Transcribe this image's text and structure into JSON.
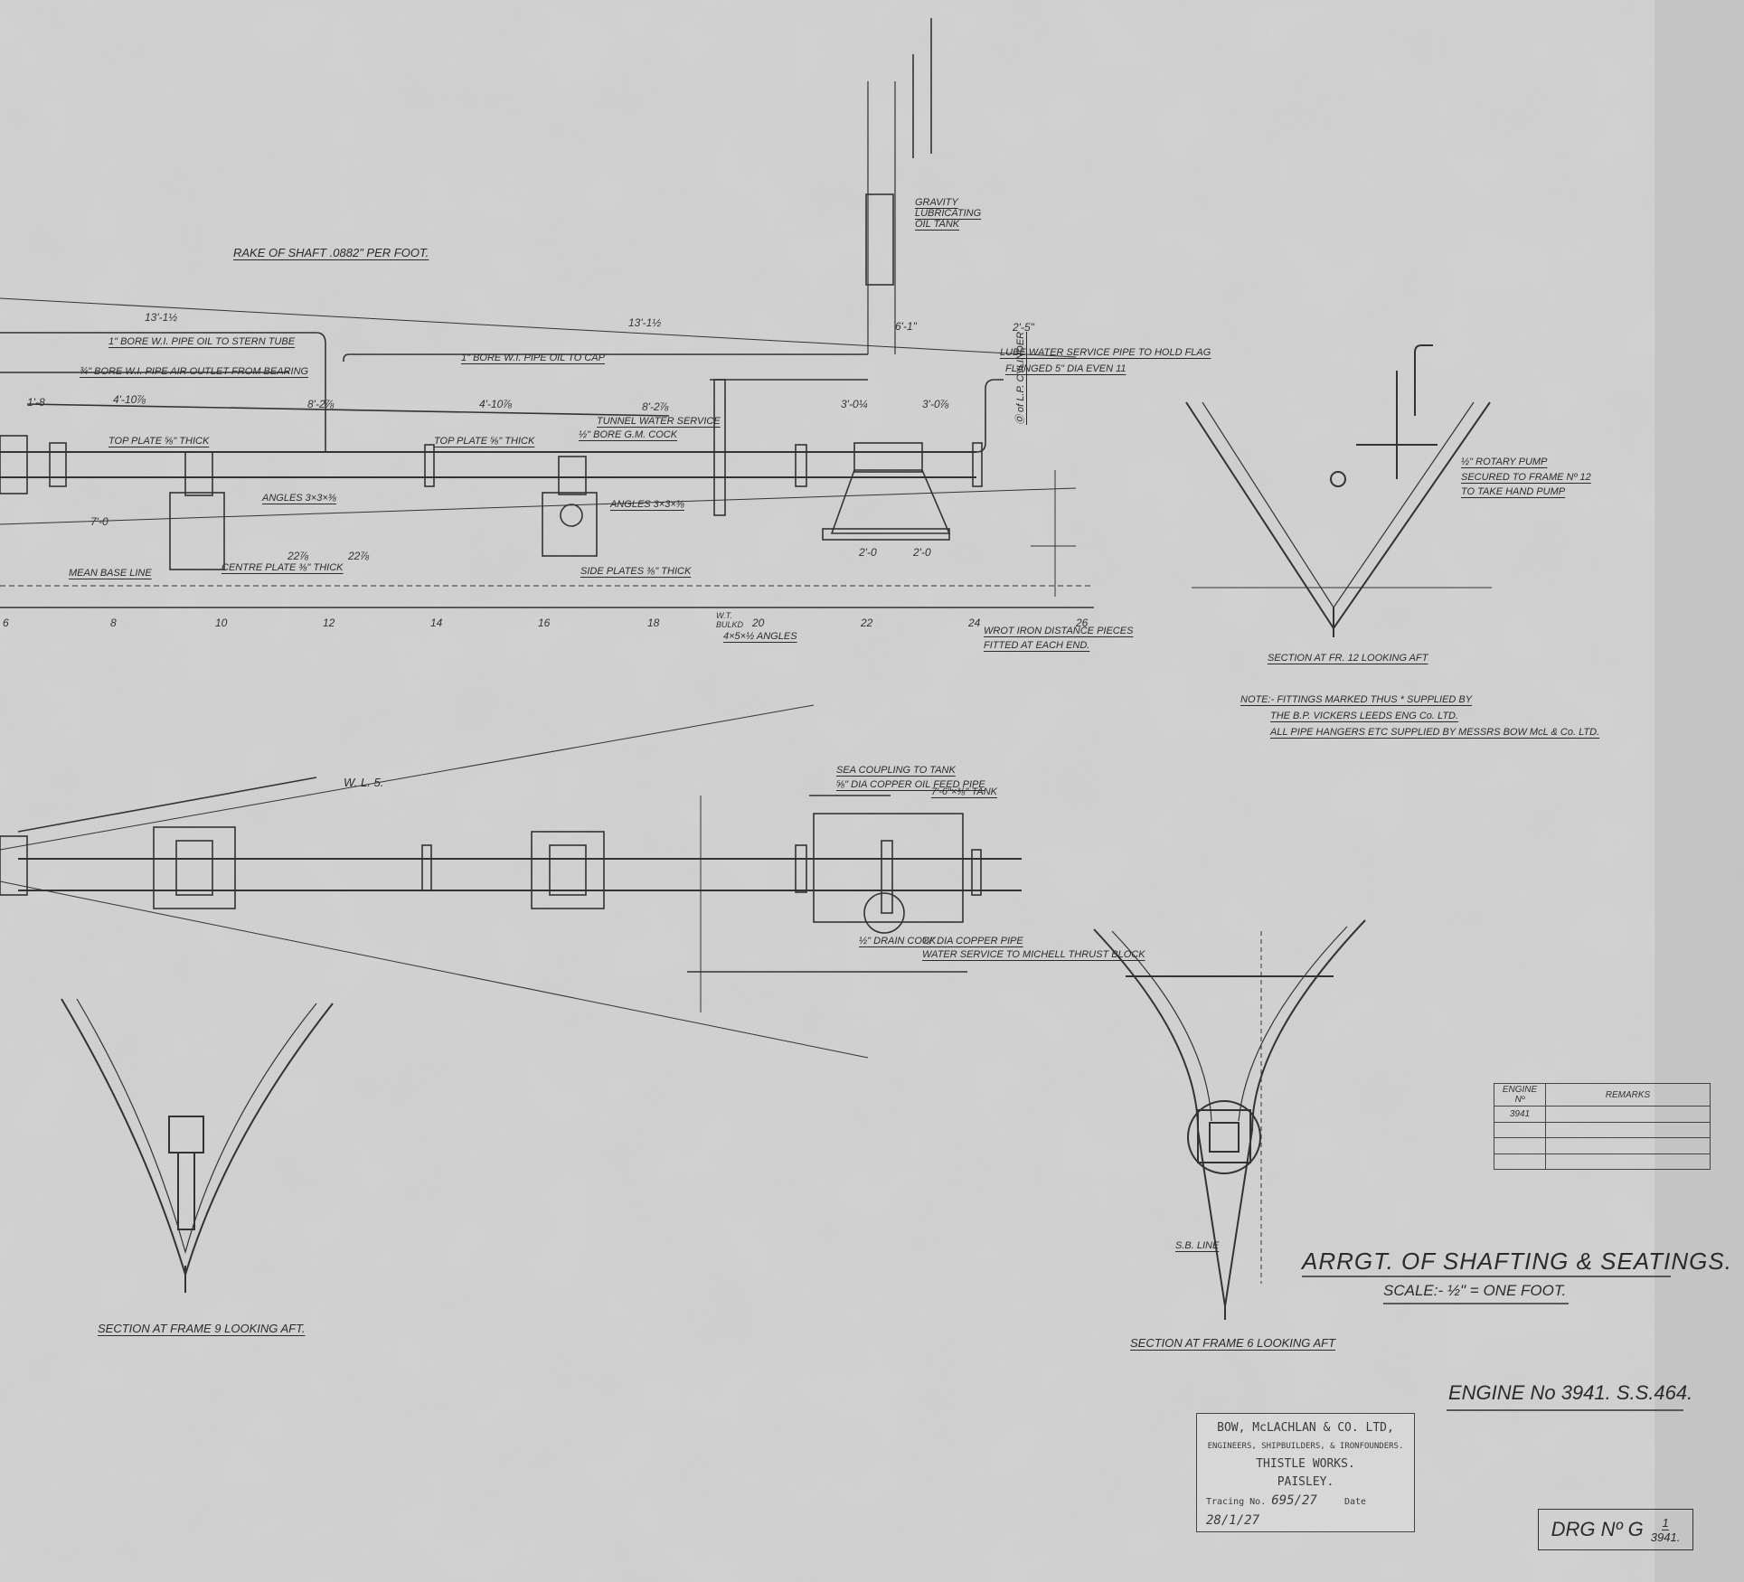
{
  "drawing": {
    "title": "ARRGT. OF SHAFTING & SEATINGS.",
    "scale": "SCALE:- ½\" = ONE FOOT.",
    "engine": "ENGINE No 3941.  S.S.464.",
    "drawing_no_prefix": "DRG Nº G",
    "drawing_no_num": "1",
    "drawing_no_den": "3941."
  },
  "stamp": {
    "line1": "BOW, McLACHLAN & CO. LTD,",
    "line2": "ENGINEERS, SHIPBUILDERS, & IRONFOUNDERS.",
    "line3": "THISTLE WORKS.",
    "line4": "PAISLEY.",
    "tracing_label": "Tracing No.",
    "tracing_no": "695/27",
    "date_label": "Date",
    "date": "28/1/27"
  },
  "remarks_table": {
    "headers": [
      "ENGINE Nº",
      "REMARKS"
    ],
    "rows": [
      [
        "3941",
        ""
      ],
      [
        "",
        ""
      ],
      [
        "",
        ""
      ],
      [
        "",
        ""
      ]
    ]
  },
  "labels": {
    "rake": "RAKE OF SHAFT .0882\" PER FOOT.",
    "stern_tube": "1\" BORE W.I. PIPE  OIL TO STERN TUBE",
    "air_pipe": "¾\" BORE W.I. PIPE  AIR OUTLET FROM BEARING",
    "oil_to_cap": "1\" BORE W.I. PIPE  OIL TO CAP",
    "gravity_tank": "GRAVITY LUBRICATING OIL TANK",
    "lube_service": "LUBE WATER SERVICE PIPE TO HOLD FLAG",
    "nut_flange": "FLANGED 5\" DIA EVEN 11",
    "lp_cylinder": "Ⓞ of L.P. CYLINDER",
    "tunnel_water": "TUNNEL WATER SERVICE",
    "bore_gm_cock": "½\" BORE G.M. COCK",
    "top_plate_1": "TOP PLATE ⅝\" THICK",
    "top_plate_2": "TOP PLATE ⅝\" THICK",
    "angles_1": "ANGLES 3×3×⅜",
    "angles_2": "ANGLES 3×3×⅜",
    "centre_plate": "CENTRE PLATE ⅜\" THICK",
    "side_plates": "SIDE PLATES ⅜\" THICK",
    "mean_base_line": "MEAN BASE LINE",
    "angles_45": "4×5×½ ANGLES",
    "wrot_iron": "WROT IRON DISTANCE PIECES",
    "fitted": "FITTED AT EACH END.",
    "wl5": "W. L. 5.",
    "sea_coupling": "SEA COUPLING TO TANK",
    "copper_pipe": "⅝\" DIA COPPER OIL FEED PIPE",
    "tank_76": "7'-6\"×⅜\" TANK",
    "drain_cock": "½\" DRAIN COCK",
    "copper_pipe_2": "⅝\" DIA COPPER PIPE",
    "water_service": "WATER SERVICE TO MICHELL THRUST BLOCK",
    "sect_fr12": "SECTION AT FR. 12  LOOKING AFT",
    "rotary_pump": "½\" ROTARY PUMP",
    "rotary_pump_2": "SECURED TO FRAME Nº 12",
    "rotary_pump_3": "TO TAKE HAND PUMP",
    "note1": "NOTE:- FITTINGS MARKED THUS * SUPPLIED BY",
    "note2": "THE B.P. VICKERS LEEDS ENG Co. LTD.",
    "note3": "ALL PIPE HANGERS ETC SUPPLIED BY MESSRS BOW McL & Co. LTD.",
    "sect_fr9": "SECTION AT FRAME 9 LOOKING AFT.",
    "sect_fr6": "SECTION AT FRAME 6 LOOKING AFT",
    "sb_line": "S.B. LINE",
    "dim_13_1": "13'-1½",
    "dim_13_2": "13'-1½",
    "dim_6_1": "6'-1\"",
    "dim_2_5": "2'-5\"",
    "dim_3_04": "3'-0¼",
    "dim_3_02": "3'-0⅞",
    "dim_4_10_1": "4'-10⅞",
    "dim_4_10_2": "4'-10⅞",
    "dim_8_2_1": "8'-2⅞",
    "dim_8_2_2": "8'-2⅞",
    "dim_22_1": "22⅞",
    "dim_22_2": "22⅞",
    "dim_2_0_1": "2'-0",
    "dim_2_0_2": "2'-0",
    "dim_1_8": "1'-8",
    "dim_7_0": "7'-0"
  },
  "frame_ticks": [
    "6",
    "8",
    "10",
    "12",
    "14",
    "16",
    "18",
    "W.T. BULKD",
    "20",
    "22",
    "24",
    "26"
  ]
}
